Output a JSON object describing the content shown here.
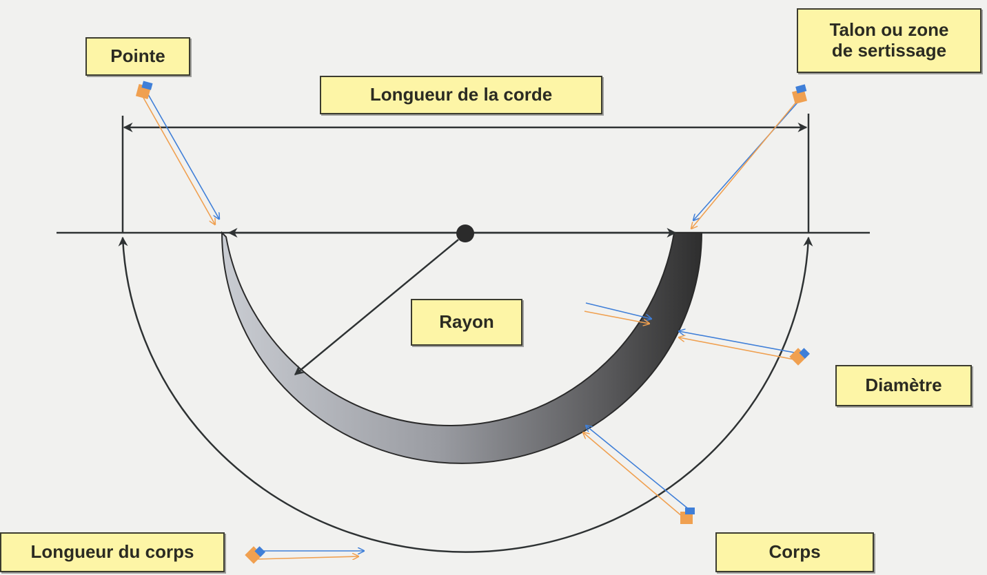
{
  "labels": {
    "pointe": "Pointe",
    "talon": "Talon ou zone\nde sertissage",
    "longueur_corde": "Longueur de la corde",
    "rayon": "Rayon",
    "diametre": "Diamètre",
    "longueur_corps": "Longueur du corps",
    "corps": "Corps"
  },
  "colors": {
    "background": "#f1f1ef",
    "label_fill": "#fdf5a6",
    "line": "#2e3233",
    "needle_dark": "#3a3a3a",
    "needle_light": "#c9ccd2",
    "pointer_blue": "#3f7fd8",
    "pointer_orange": "#f0a050"
  },
  "icons": [
    "pointer-cube-icon"
  ]
}
